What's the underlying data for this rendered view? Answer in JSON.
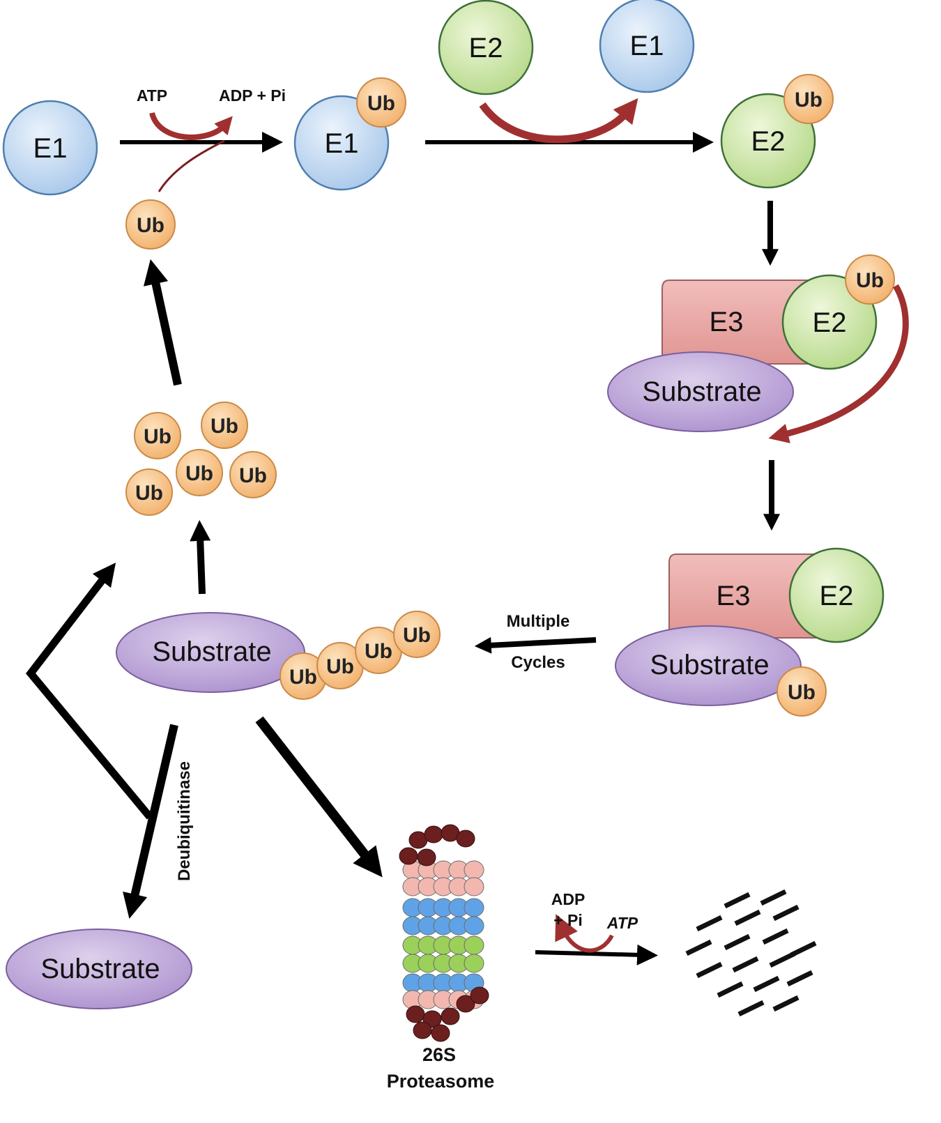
{
  "labels": {
    "e1": "E1",
    "e2": "E2",
    "e3": "E3",
    "ub": "Ub",
    "substrate": "Substrate",
    "atp": "ATP",
    "adp_pi": "ADP + Pi",
    "adp": "ADP",
    "plus_pi": "+ Pi",
    "multiple": "Multiple",
    "cycles": "Cycles",
    "deubiquitinase": "Deubiquitinase",
    "proteasome_26s": "26S",
    "proteasome": "Proteasome"
  },
  "colors": {
    "e1": "#c3daf2",
    "e2": "#cfe6a8",
    "e3": "#e8a3a1",
    "substrate": "#bfa8d6",
    "ub": "#f8c890",
    "reaction_arrow": "#a03030",
    "flow_arrow": "#000000"
  }
}
